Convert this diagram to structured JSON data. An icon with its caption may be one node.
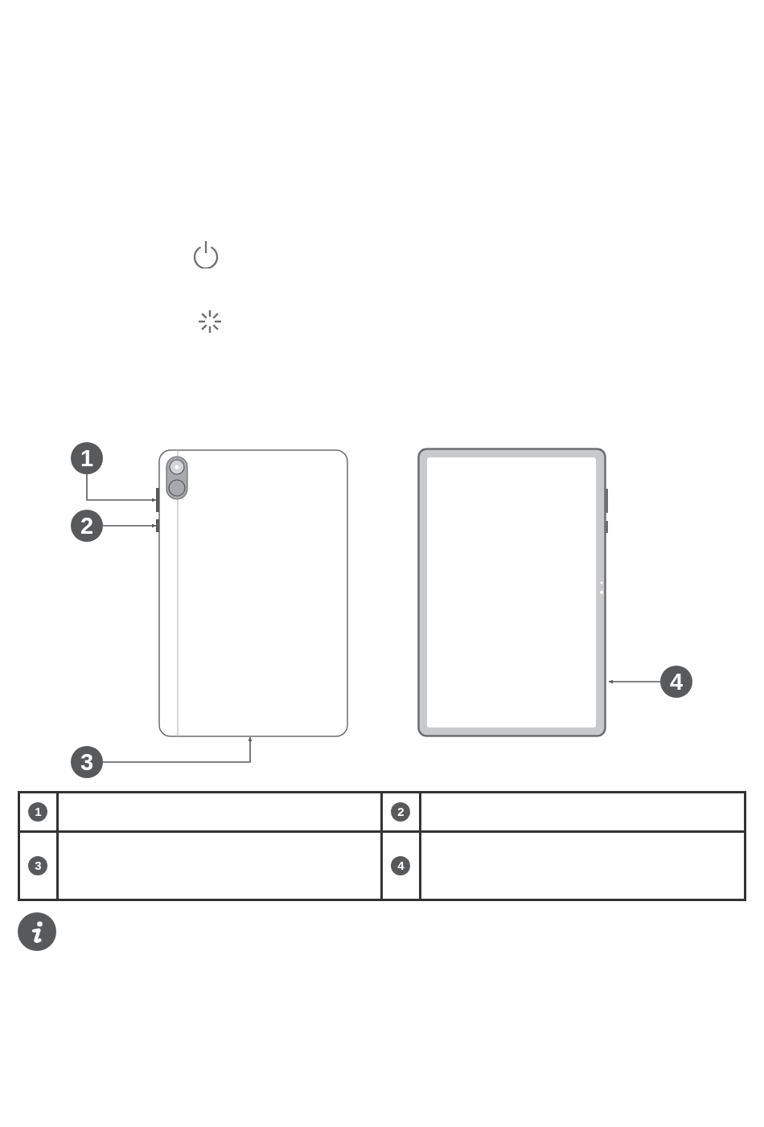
{
  "diagram": {
    "nodes": [
      {
        "text": [],
        "shape": "picture"
      },
      {
        "text": [],
        "shape": "picture"
      },
      {
        "text": [
          "1"
        ]
      },
      {
        "text": [],
        "shape": "bar",
        "in": 0
      },
      {
        "text": [
          "2"
        ]
      },
      {
        "text": [],
        "shape": "bar",
        "in": 0
      },
      {
        "text": [
          "3"
        ]
      },
      {
        "text": [
          "4"
        ]
      }
    ],
    "edges": [
      {
        "from": 2,
        "to": 3,
        "arrow": "to"
      },
      {
        "from": 4,
        "to": 5,
        "arrow": "to"
      },
      {
        "from": 6,
        "to": 0,
        "arrow": "to"
      },
      {
        "from": 7,
        "to": 1,
        "arrow": "to"
      }
    ],
    "labels": [
      "1",
      "2",
      "3",
      "4"
    ]
  }
}
